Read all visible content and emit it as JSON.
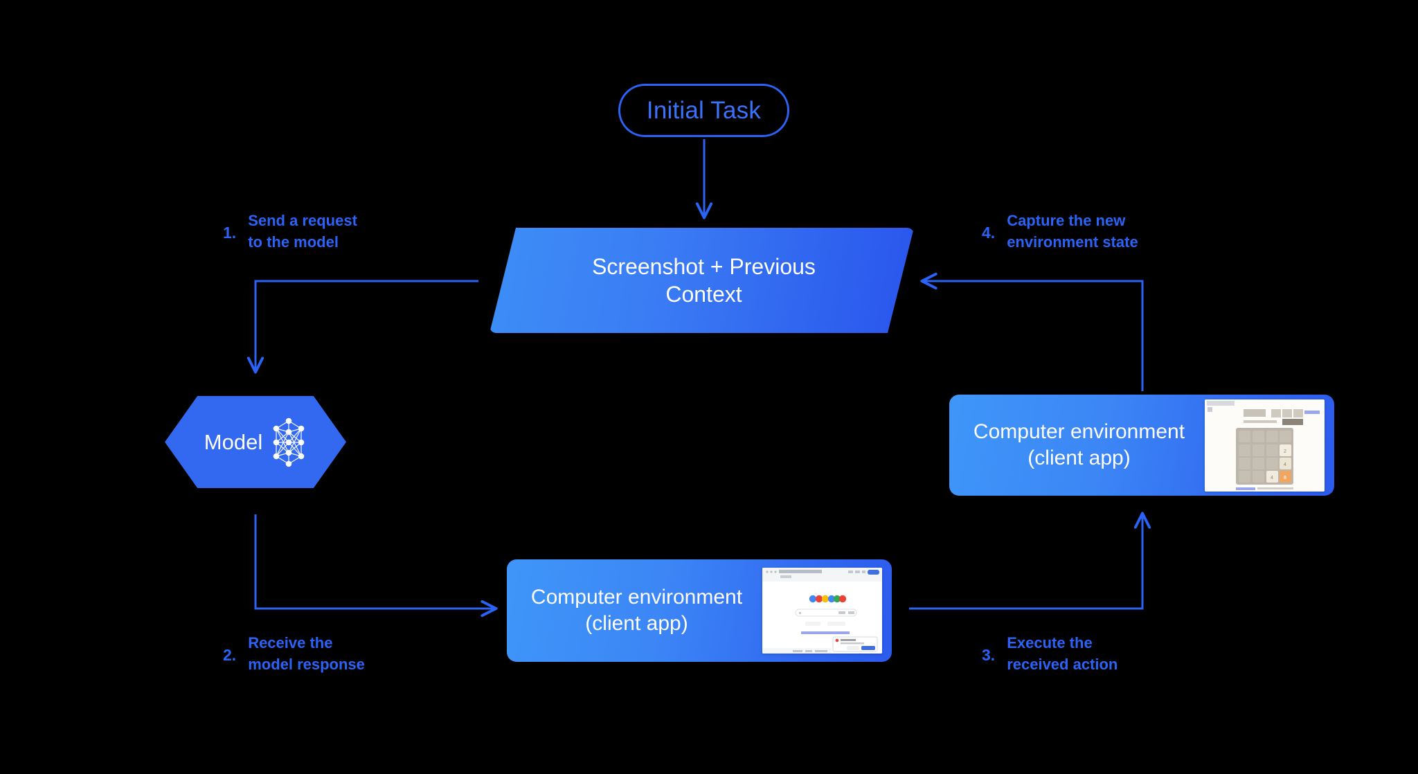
{
  "diagram": {
    "title_node": {
      "label": "Initial Task"
    },
    "context_node": {
      "label": "Screenshot + Previous\nContext"
    },
    "model_node": {
      "label": "Model",
      "icon": "neural-network-icon"
    },
    "env_right": {
      "label": "Computer environment\n(client app)",
      "thumbnail": "2048-game-screenshot"
    },
    "env_bottom": {
      "label": "Computer environment\n(client app)",
      "thumbnail": "google-search-screenshot"
    },
    "steps": [
      {
        "num": "1.",
        "text": "Send a request\nto the model"
      },
      {
        "num": "2.",
        "text": "Receive the\nmodel response"
      },
      {
        "num": "3.",
        "text": "Execute the\nreceived action"
      },
      {
        "num": "4.",
        "text": "Capture the new\nenvironment state"
      }
    ],
    "colors": {
      "background": "#000000",
      "accent_blue": "#2b63f6",
      "node_gradient_start": "#3f96f8",
      "node_gradient_end": "#2a55ec",
      "hexagon_fill": "#3369f0",
      "text_on_node": "#ffffff"
    }
  }
}
